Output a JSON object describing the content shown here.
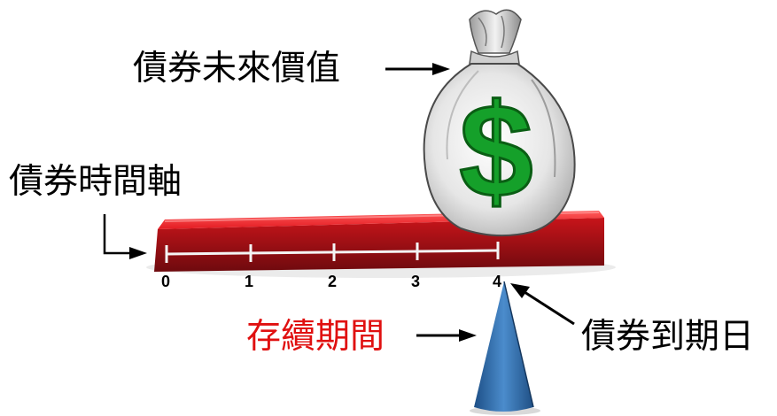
{
  "labels": {
    "future_value": "債券未來價值",
    "timeline": "債券時間軸",
    "duration": "存續期間",
    "maturity_date": "債券到期日"
  },
  "timeline": {
    "ticks": [
      "0",
      "1",
      "2",
      "3",
      "4"
    ]
  },
  "money_bag": {
    "symbol": "$"
  },
  "colors": {
    "beam_red": "#d9141a",
    "duration_text": "#e01010",
    "dollar_green": "#15a02a",
    "fulcrum_blue": "#3a78b8"
  }
}
